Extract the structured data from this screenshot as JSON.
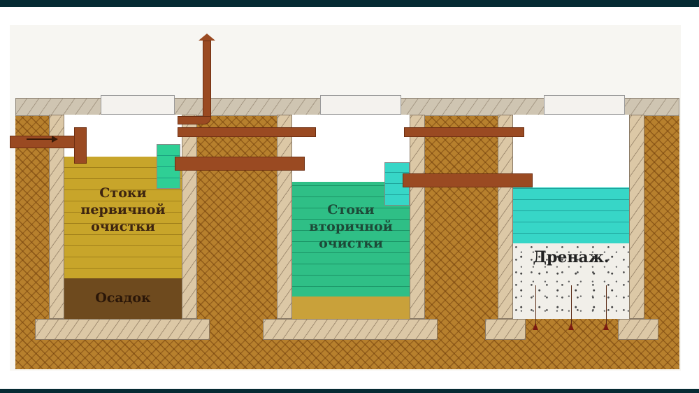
{
  "diagram": {
    "title": "Septic system cross-section (three chambers)",
    "chambers": [
      {
        "id": "primary",
        "labels": {
          "main": "Стоки\nпервичной\nочистки",
          "bottom": "Осадок"
        },
        "fill_colors": {
          "liquid": "#c8a52a",
          "sludge": "#6e4a1e"
        }
      },
      {
        "id": "secondary",
        "labels": {
          "main": "Стоки\nвторичной\nочистки"
        },
        "fill_colors": {
          "liquid": "#2fbf86",
          "bottom": "#c9a13a"
        }
      },
      {
        "id": "drainage",
        "labels": {
          "main": "Дренаж."
        },
        "fill_colors": {
          "water": "#37d6c7",
          "gravel": "#f1efe9"
        }
      }
    ],
    "labels": {
      "chamber1_line1": "Стоки",
      "chamber1_line2": "первичной",
      "chamber1_line3": "очистки",
      "chamber1_sludge": "Осадок",
      "chamber2_line1": "Стоки",
      "chamber2_line2": "вторичной",
      "chamber2_line3": "очистки",
      "chamber3": "Дренаж."
    },
    "colors": {
      "soil": "#b7802d",
      "concrete": "#dcc8a6",
      "pipe": "#9a4a22",
      "frame_bars": "#062b33"
    },
    "icons": [
      "inlet-arrow-icon",
      "vent-cap-icon",
      "drain-arrow-icon"
    ]
  }
}
